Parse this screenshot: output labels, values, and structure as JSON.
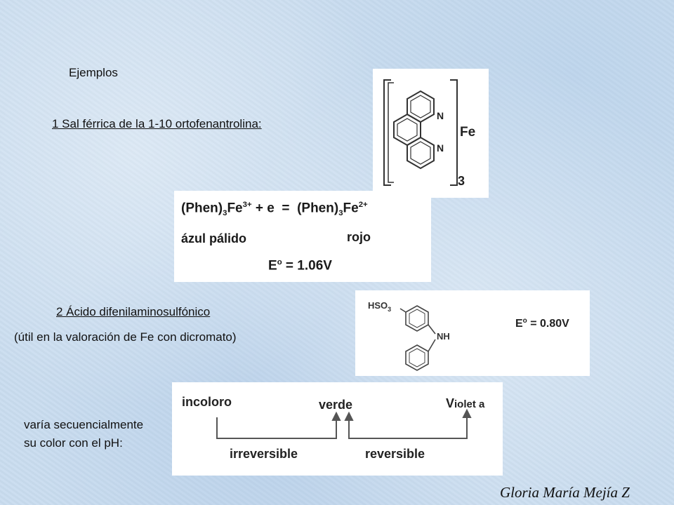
{
  "heading": "Ejemplos",
  "item1": "1 Sal férrica de la 1-10 ortofenantrolina:",
  "phen_struct": {
    "n1": "N",
    "n2": "N",
    "metal": "Fe",
    "count": "3"
  },
  "reaction": {
    "left": "(Phen)",
    "left_sub": "3",
    "left_fe": "Fe",
    "left_sup": "3+",
    "middle": " + e  =  (Phen)",
    "right_sub": "3",
    "right_fe": "Fe",
    "right_sup": "2+",
    "color_ox": "ázul pálido",
    "color_red": "rojo",
    "potential_label": "E",
    "potential_sup": "o",
    "potential_value": " = 1.06V"
  },
  "item2": "2 Ácido difenilaminosulfónico",
  "item2_note": "(útil en la valoración de Fe con dicromato)",
  "dps_struct": {
    "hso": "HSO",
    "hso_sub": "3",
    "nh": "NH",
    "potential_label": "E",
    "potential_sup": "o",
    "potential_value": " = 0.80V"
  },
  "ph_text_line1": "varía secuencialmente",
  "ph_text_line2": "su color con el pH:",
  "sequence": {
    "incoloro": "incoloro",
    "verde": "verde",
    "violeta_v": "V",
    "violeta_rest": "iolet a",
    "irreversible": "irreversible",
    "reversible": "reversible"
  },
  "signature": "Gloria María Mejía Z"
}
